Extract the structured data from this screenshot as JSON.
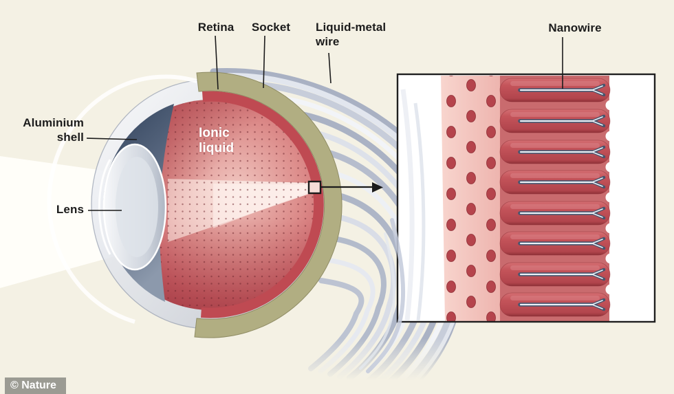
{
  "labels": {
    "retina": "Retina",
    "socket": "Socket",
    "liquid_metal_wire": "Liquid-metal wire",
    "nanowire": "Nanowire",
    "aluminium_shell": "Aluminium shell",
    "lens": "Lens",
    "ionic_liquid": "Ionic liquid"
  },
  "watermark": "© Nature",
  "colors": {
    "background": "#f4f1e4",
    "ink": "#1c1c1c",
    "liquid-red": "#c4555a",
    "retina-red": "#bf4a52",
    "socket-olive": "#b1ae82",
    "shell-navy": "#3c4d66",
    "wire-gray": "#c5cbdb",
    "nanowire-silver": "#ecf0f6",
    "inset-pink": "#f3c5bf",
    "watermark-bg": "#9b9b93",
    "watermark-text": "#ffffff"
  }
}
